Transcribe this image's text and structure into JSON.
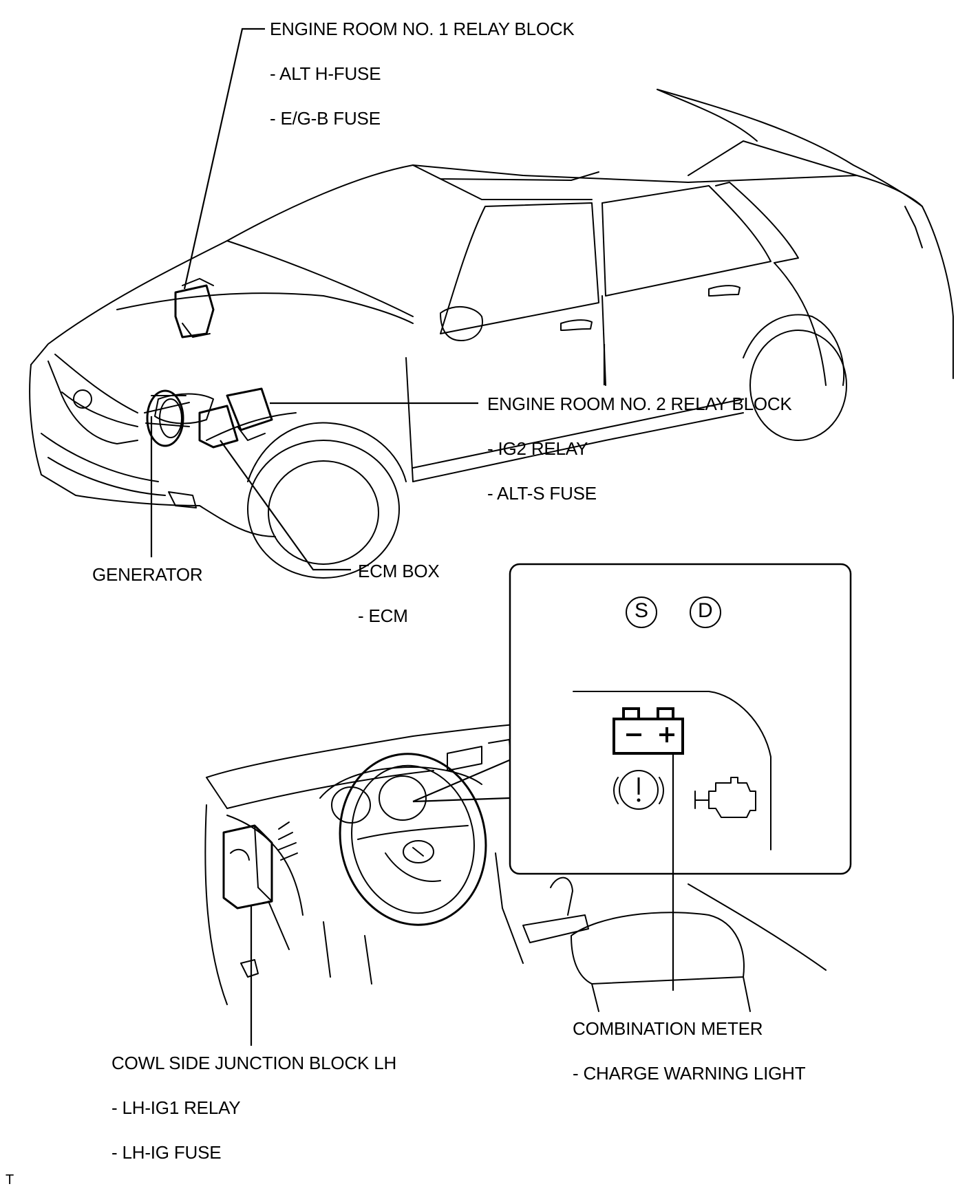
{
  "labels": {
    "relay_block_1": {
      "title": "ENGINE ROOM NO. 1 RELAY BLOCK",
      "items": [
        "- ALT H-FUSE",
        "- E/G-B FUSE"
      ]
    },
    "relay_block_2": {
      "title": "ENGINE ROOM NO. 2 RELAY BLOCK",
      "items": [
        "- IG2 RELAY",
        "- ALT-S FUSE"
      ]
    },
    "generator": {
      "title": "GENERATOR"
    },
    "ecm_box": {
      "title": "ECM BOX",
      "items": [
        "- ECM"
      ]
    },
    "combination_meter": {
      "title": "COMBINATION METER",
      "items": [
        "- CHARGE WARNING LIGHT"
      ]
    },
    "cowl_side_junction": {
      "title": "COWL SIDE JUNCTION BLOCK LH",
      "items": [
        "- LH-IG1 RELAY",
        "- LH-IG FUSE"
      ]
    }
  },
  "inset": {
    "indicator_s": "S",
    "indicator_d": "D"
  },
  "corner_mark": "T"
}
